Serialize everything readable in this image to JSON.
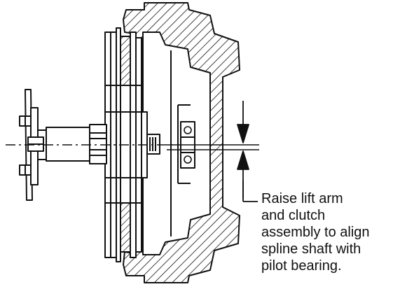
{
  "figure": {
    "callout_lines": [
      "Raise lift arm",
      "and clutch",
      "assembly to align",
      "spline shaft with",
      "pilot bearing."
    ]
  },
  "colors": {
    "ink": "#111111",
    "background": "#ffffff"
  }
}
